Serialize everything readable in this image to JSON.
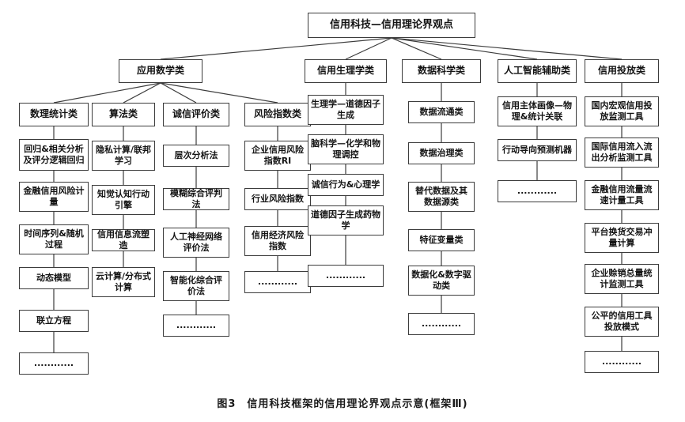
{
  "figure": {
    "root_label": "信用科技—信用理论界观点",
    "caption": "图3　信用科技框架的信用理论界观点示意(框架Ⅲ)"
  },
  "tree": {
    "applied_math": {
      "label": "应用数学类",
      "children": {
        "math_stat": {
          "label": "数理统计类",
          "items": [
            "回归&相关分析及评分逻辑回归",
            "金融信用风险计量",
            "时间序列&随机过程",
            "动态模型",
            "联立方程",
            "............"
          ]
        },
        "algorithm": {
          "label": "算法类",
          "items": [
            "隐私计算/联邦学习",
            "知觉认知行动引擎",
            "信用信息流塑造",
            "云计算/分布式计算"
          ]
        },
        "integrity_eval": {
          "label": "诚信评价类",
          "items": [
            "层次分析法",
            "模糊综合评判法",
            "人工神经网络评价法",
            "智能化综合评价法",
            "............"
          ]
        },
        "risk_index": {
          "label": "风险指数类",
          "items": [
            "企业信用风险指数RI",
            "行业风险指数",
            "信用经济风险指数",
            "............"
          ]
        }
      }
    },
    "credit_physiology": {
      "label": "信用生理学类",
      "items": [
        "生理学—道德因子生成",
        "脑科学—化学和物理调控",
        "诚信行为&心理学",
        "道德因子生成药物学",
        "............"
      ]
    },
    "data_science": {
      "label": "数据科学类",
      "items": [
        "数据流通类",
        "数据治理类",
        "替代数据及其数据源类",
        "特征变量类",
        "数据化&数字驱动类",
        "............"
      ]
    },
    "ai_assist": {
      "label": "人工智能辅助类",
      "items": [
        "信用主体画像—物理&统计关联",
        "行动导向预测机器",
        "............"
      ]
    },
    "credit_placement": {
      "label": "信用投放类",
      "items": [
        "国内宏观信用投放监测工具",
        "国际信用流入流出分析监测工具",
        "金融信用流量流速计量工具",
        "平台换货交易冲量计算",
        "企业赊销总量统计监测工具",
        "公平的信用工具投放模式",
        "............"
      ]
    }
  },
  "colors": {
    "border": "#3c3c3c",
    "line": "#3c3c3c",
    "text": "#141414",
    "background": "#ffffff"
  }
}
